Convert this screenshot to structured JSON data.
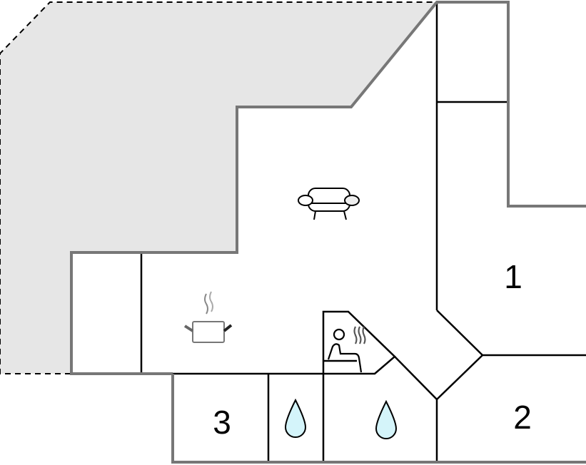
{
  "floorplan": {
    "rooms": [
      {
        "id": "bedroom-1",
        "label": "1"
      },
      {
        "id": "bedroom-2",
        "label": "2"
      },
      {
        "id": "bedroom-3",
        "label": "3"
      }
    ],
    "icons": [
      "sofa-icon",
      "cooking-pot-icon",
      "sauna-icon",
      "water-drop-icon",
      "water-drop-icon"
    ],
    "colors": {
      "terrace_fill": "#e6e6e6",
      "outer_wall": "#777777",
      "inner_wall": "#000000",
      "water": "#d4f4fa"
    }
  }
}
